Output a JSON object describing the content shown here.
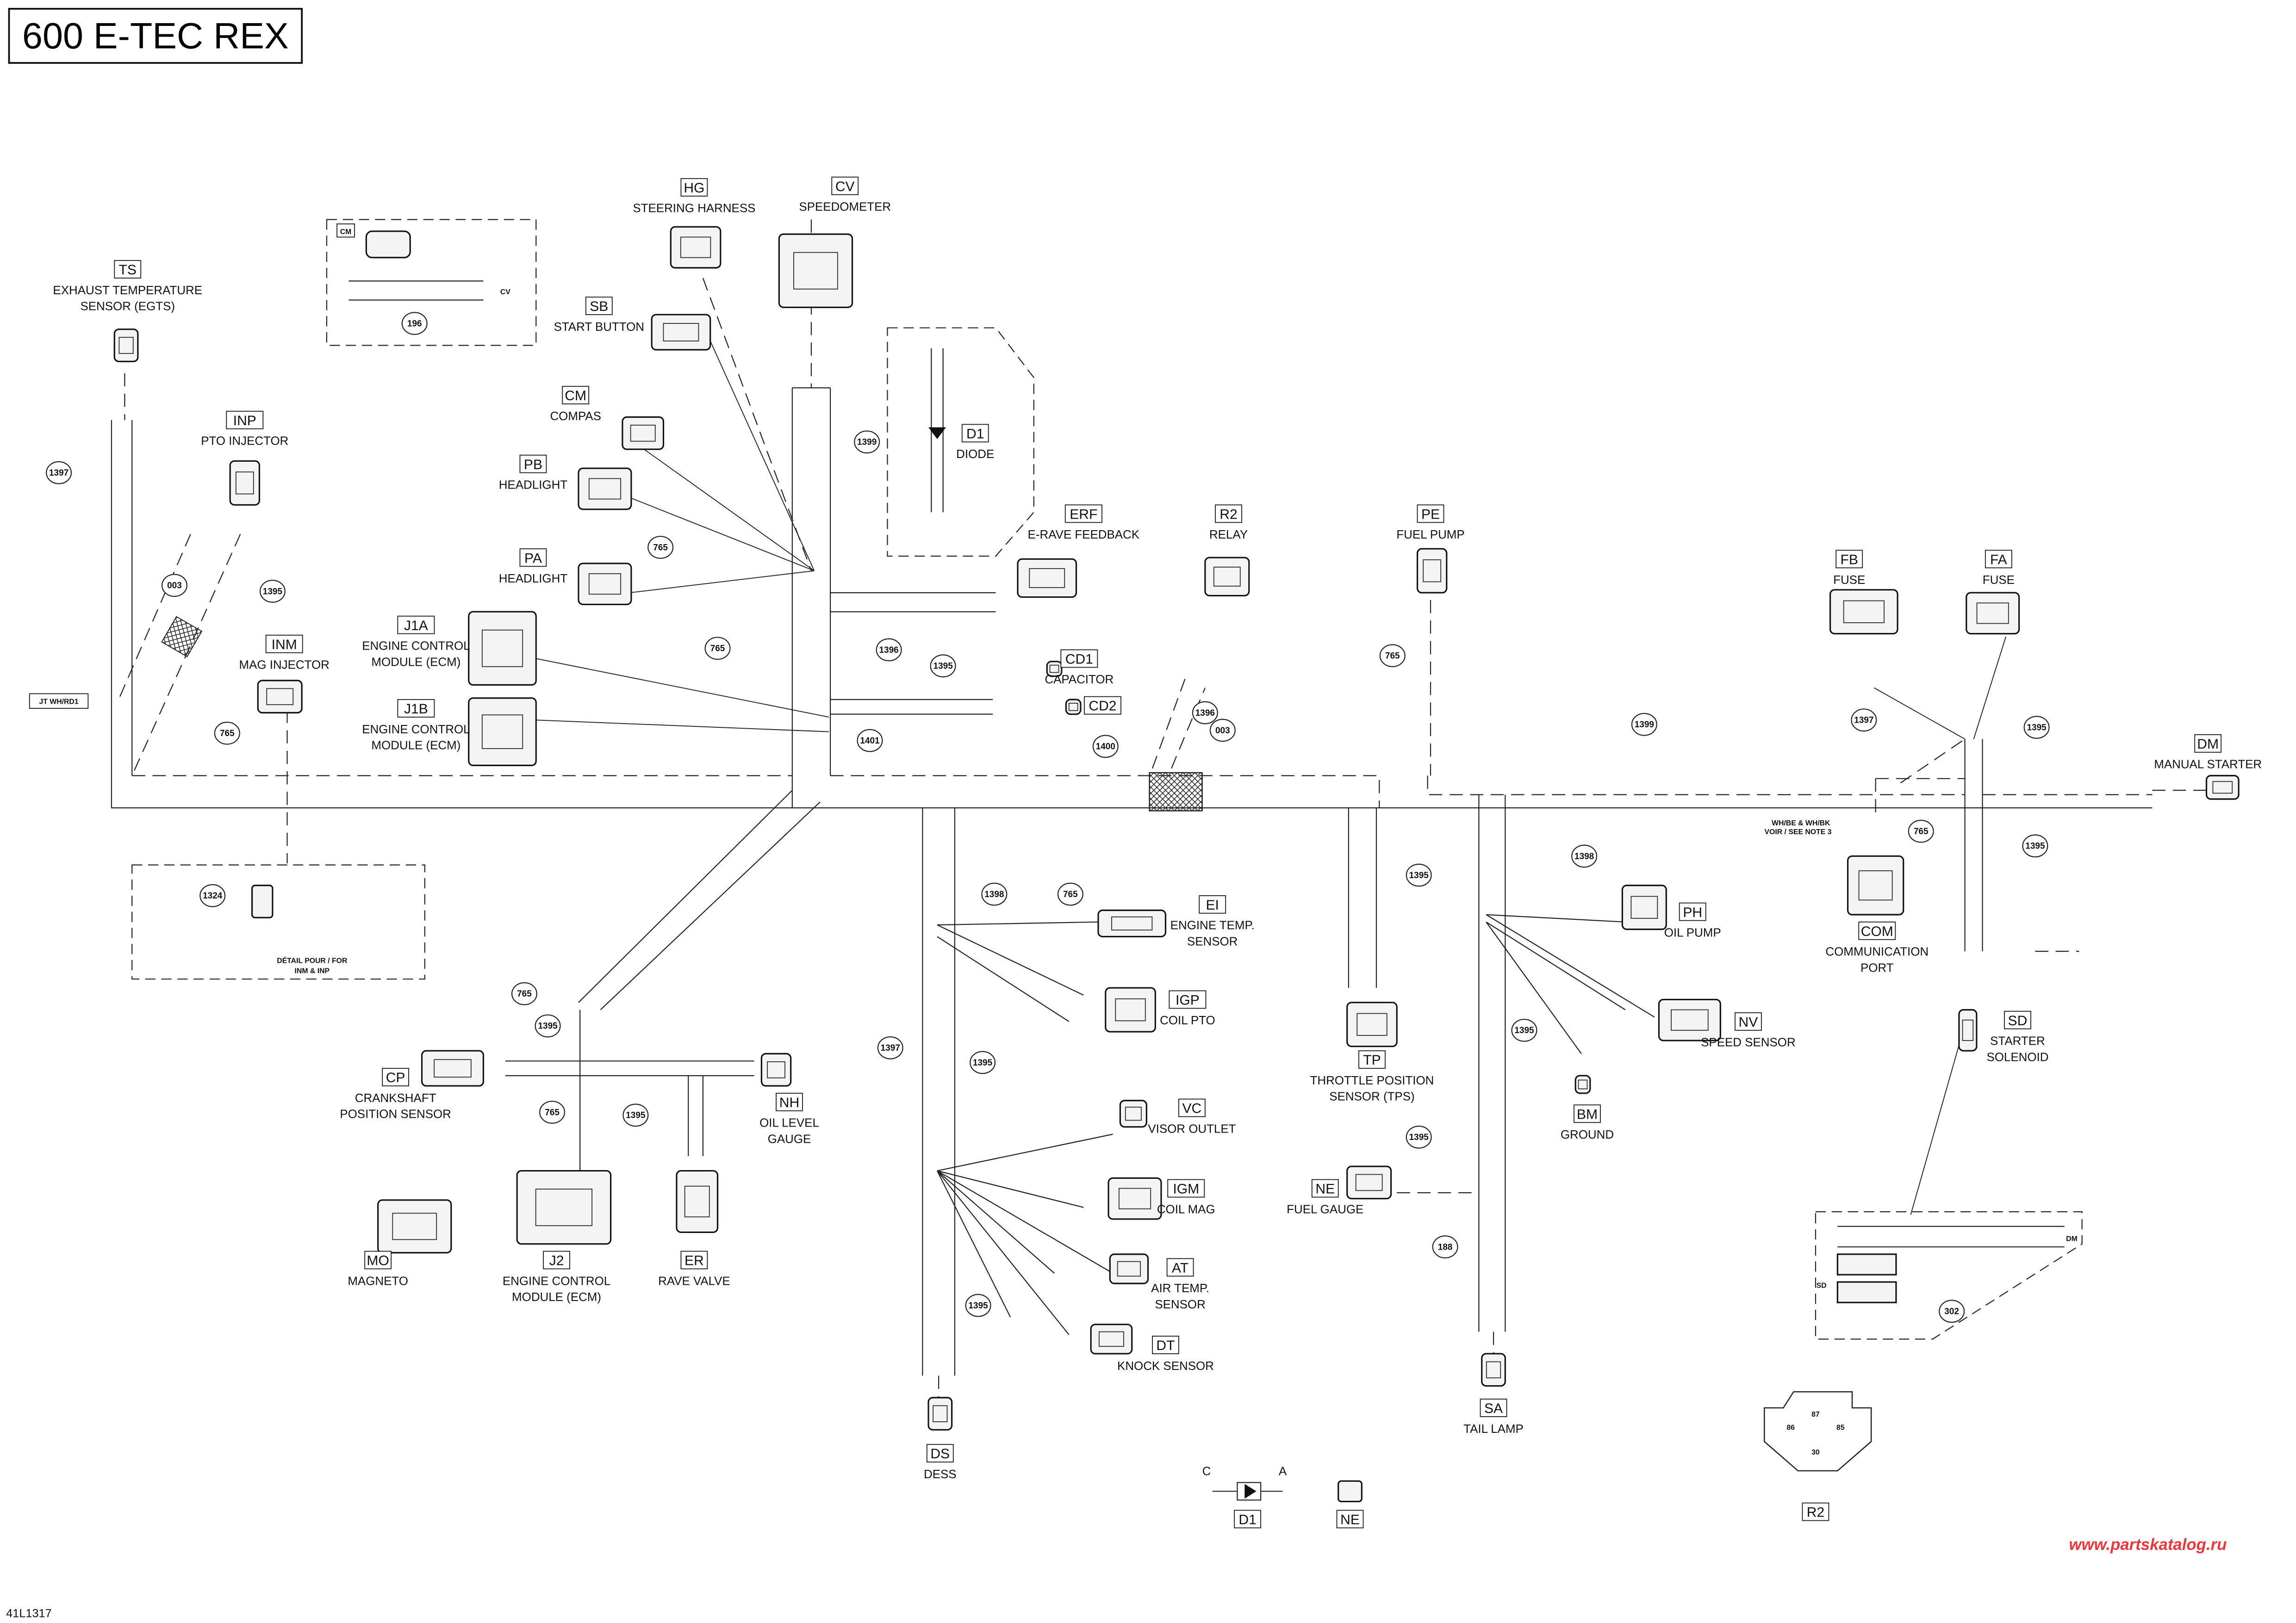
{
  "title": "600 E-TEC REX",
  "drawing_number": "41L1317",
  "watermark": "www.partskatalog.ru",
  "colors": {
    "watermark": "#e8383d",
    "line": "#222222"
  },
  "components": [
    {
      "code": "TS",
      "lines": [
        "EXHAUST TEMPERATURE",
        "SENSOR (EGTS)"
      ]
    },
    {
      "code": "HG",
      "lines": [
        "STEERING HARNESS"
      ]
    },
    {
      "code": "CV",
      "lines": [
        "SPEEDOMETER"
      ]
    },
    {
      "code": "SB",
      "lines": [
        "START BUTTON"
      ]
    },
    {
      "code": "CM",
      "lines": [
        "COMPAS"
      ]
    },
    {
      "code": "INP",
      "lines": [
        "PTO INJECTOR"
      ]
    },
    {
      "code": "PB",
      "lines": [
        "HEADLIGHT"
      ]
    },
    {
      "code": "PA",
      "lines": [
        "HEADLIGHT"
      ]
    },
    {
      "code": "D1",
      "lines": [
        "DIODE"
      ]
    },
    {
      "code": "ERF",
      "lines": [
        "E-RAVE FEEDBACK"
      ]
    },
    {
      "code": "R2",
      "lines": [
        "RELAY"
      ]
    },
    {
      "code": "PE",
      "lines": [
        "FUEL PUMP"
      ]
    },
    {
      "code": "FB",
      "lines": [
        "FUSE"
      ]
    },
    {
      "code": "FA",
      "lines": [
        "FUSE"
      ]
    },
    {
      "code": "INM",
      "lines": [
        "MAG INJECTOR"
      ]
    },
    {
      "code": "J1A",
      "lines": [
        "ENGINE CONTROL",
        "MODULE (ECM)"
      ]
    },
    {
      "code": "CD1",
      "lines": [
        "CAPACITOR"
      ]
    },
    {
      "code": "CD2",
      "lines": []
    },
    {
      "code": "J1B",
      "lines": [
        "ENGINE CONTROL",
        "MODULE (ECM)"
      ]
    },
    {
      "code": "DM",
      "lines": [
        "MANUAL STARTER"
      ]
    },
    {
      "code": "EI",
      "lines": [
        "ENGINE TEMP.",
        "SENSOR"
      ]
    },
    {
      "code": "IGP",
      "lines": [
        "COIL PTO"
      ]
    },
    {
      "code": "PH",
      "lines": [
        "OIL PUMP"
      ]
    },
    {
      "code": "COM",
      "lines": [
        "COMMUNICATION",
        "PORT"
      ]
    },
    {
      "code": "SD",
      "lines": [
        "STARTER",
        "SOLENOID"
      ]
    },
    {
      "code": "NV",
      "lines": [
        "SPEED SENSOR"
      ]
    },
    {
      "code": "TP",
      "lines": [
        "THROTTLE POSITION",
        "SENSOR (TPS)"
      ]
    },
    {
      "code": "CP",
      "lines": [
        "CRANKSHAFT",
        "POSITION SENSOR"
      ]
    },
    {
      "code": "NH",
      "lines": [
        "OIL LEVEL",
        "GAUGE"
      ]
    },
    {
      "code": "VC",
      "lines": [
        "VISOR OUTLET"
      ]
    },
    {
      "code": "BM",
      "lines": [
        "GROUND"
      ]
    },
    {
      "code": "IGM",
      "lines": [
        "COIL MAG"
      ]
    },
    {
      "code": "NE",
      "lines": [
        "FUEL GAUGE"
      ]
    },
    {
      "code": "MO",
      "lines": [
        "MAGNETO"
      ]
    },
    {
      "code": "J2",
      "lines": [
        "ENGINE CONTROL",
        "MODULE (ECM)"
      ]
    },
    {
      "code": "ER",
      "lines": [
        "RAVE VALVE"
      ]
    },
    {
      "code": "AT",
      "lines": [
        "AIR TEMP.",
        "SENSOR"
      ]
    },
    {
      "code": "DT",
      "lines": [
        "KNOCK SENSOR"
      ]
    },
    {
      "code": "DS",
      "lines": [
        "DESS"
      ]
    },
    {
      "code": "SA",
      "lines": [
        "TAIL LAMP"
      ]
    },
    {
      "code": "D1",
      "lines": []
    },
    {
      "code": "NE",
      "lines": []
    },
    {
      "code": "R2",
      "lines": []
    }
  ],
  "callouts": [
    "196",
    "1397",
    "1395",
    "003",
    "765",
    "765",
    "765",
    "1399",
    "1396",
    "1395",
    "1401",
    "1400",
    "1396",
    "003",
    "765",
    "1399",
    "1397",
    "1395",
    "765",
    "1395",
    "1398",
    "1395",
    "1398",
    "765",
    "1324",
    "765",
    "1395",
    "1397",
    "1395",
    "765",
    "1395",
    "1395",
    "1395",
    "188",
    "1395",
    "302"
  ],
  "notes": {
    "jt": "JT WH/RD1",
    "wire_note_1": "WH/BE & WH/BK",
    "wire_note_2": "VOIR / SEE  NOTE 3",
    "detail_1": "DÉTAIL POUR / FOR",
    "detail_2": "INM & INP",
    "inset_cm": "CM",
    "inset_cv": "CV",
    "inset_sd": "SD",
    "inset_dm": "DM",
    "diode_c": "C",
    "diode_a": "A",
    "relay_pins": [
      "87",
      "86",
      "85",
      "30"
    ]
  }
}
